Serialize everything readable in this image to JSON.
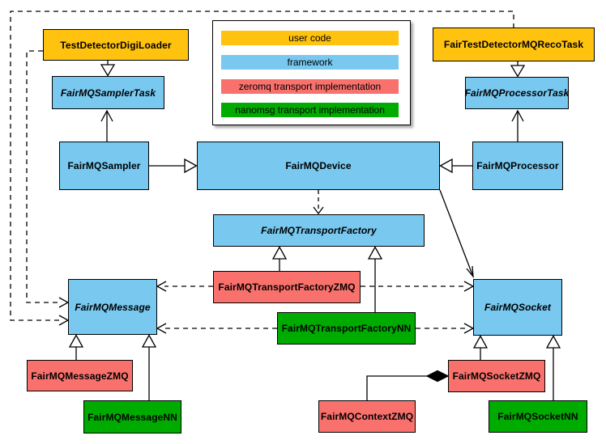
{
  "diagram": {
    "kind": "class-diagram",
    "colors": {
      "user_code": "#FFC20E",
      "framework": "#78C8F0",
      "zeromq": "#F8716C",
      "nanomsg": "#00AB00",
      "line": "#000000",
      "background": "#FFFFFF"
    },
    "legend": {
      "items": [
        {
          "label": "user code",
          "color": "#FFC20E"
        },
        {
          "label": "framework",
          "color": "#78C8F0"
        },
        {
          "label": "zeromq transport implementation",
          "color": "#F8716C"
        },
        {
          "label": "nanomsg transport implementation",
          "color": "#00AB00"
        }
      ]
    },
    "nodes": {
      "loader": {
        "label": "TestDetectorDigiLoader",
        "category": "user_code",
        "abstract": false
      },
      "reco_task": {
        "label": "FairTestDetectorMQRecoTask",
        "category": "user_code",
        "abstract": false
      },
      "sampler_task": {
        "label": "FairMQSamplerTask",
        "category": "framework",
        "abstract": true
      },
      "processor_task": {
        "label": "FairMQProcessorTask",
        "category": "framework",
        "abstract": true
      },
      "sampler": {
        "label": "FairMQSampler",
        "category": "framework",
        "abstract": false
      },
      "device": {
        "label": "FairMQDevice",
        "category": "framework",
        "abstract": false
      },
      "processor": {
        "label": "FairMQProcessor",
        "category": "framework",
        "abstract": false
      },
      "transport_factory": {
        "label": "FairMQTransportFactory",
        "category": "framework",
        "abstract": true
      },
      "transport_factory_zmq": {
        "label": "FairMQTransportFactoryZMQ",
        "category": "zeromq",
        "abstract": false
      },
      "transport_factory_nn": {
        "label": "FairMQTransportFactoryNN",
        "category": "nanomsg",
        "abstract": false
      },
      "message": {
        "label": "FairMQMessage",
        "category": "framework",
        "abstract": true
      },
      "socket": {
        "label": "FairMQSocket",
        "category": "framework",
        "abstract": true
      },
      "message_zmq": {
        "label": "FairMQMessageZMQ",
        "category": "zeromq",
        "abstract": false
      },
      "message_nn": {
        "label": "FairMQMessageNN",
        "category": "nanomsg",
        "abstract": false
      },
      "context_zmq": {
        "label": "FairMQContextZMQ",
        "category": "zeromq",
        "abstract": false
      },
      "socket_zmq": {
        "label": "FairMQSocketZMQ",
        "category": "zeromq",
        "abstract": false
      },
      "socket_nn": {
        "label": "FairMQSocketNN",
        "category": "nanomsg",
        "abstract": false
      }
    },
    "edges": [
      {
        "from": "TestDetectorDigiLoader",
        "to": "FairMQSamplerTask",
        "type": "generalization"
      },
      {
        "from": "FairTestDetectorMQRecoTask",
        "to": "FairMQProcessorTask",
        "type": "generalization"
      },
      {
        "from": "FairMQSampler",
        "to": "FairMQSamplerTask",
        "type": "association"
      },
      {
        "from": "FairMQProcessor",
        "to": "FairMQProcessorTask",
        "type": "association"
      },
      {
        "from": "FairMQSampler",
        "to": "FairMQDevice",
        "type": "generalization"
      },
      {
        "from": "FairMQProcessor",
        "to": "FairMQDevice",
        "type": "generalization"
      },
      {
        "from": "FairMQDevice",
        "to": "FairMQTransportFactory",
        "type": "dependency"
      },
      {
        "from": "FairMQDevice",
        "to": "FairMQSocket",
        "type": "association"
      },
      {
        "from": "FairMQTransportFactoryZMQ",
        "to": "FairMQTransportFactory",
        "type": "generalization"
      },
      {
        "from": "FairMQTransportFactoryNN",
        "to": "FairMQTransportFactory",
        "type": "generalization"
      },
      {
        "from": "FairMQTransportFactoryZMQ",
        "to": "FairMQMessage",
        "type": "dependency"
      },
      {
        "from": "FairMQTransportFactoryZMQ",
        "to": "FairMQSocket",
        "type": "dependency"
      },
      {
        "from": "FairMQTransportFactoryNN",
        "to": "FairMQMessage",
        "type": "dependency"
      },
      {
        "from": "FairMQTransportFactoryNN",
        "to": "FairMQSocket",
        "type": "dependency"
      },
      {
        "from": "TestDetectorDigiLoader",
        "to": "FairMQMessage",
        "type": "dependency"
      },
      {
        "from": "FairTestDetectorMQRecoTask",
        "to": "FairMQMessage",
        "type": "dependency"
      },
      {
        "from": "FairMQMessageZMQ",
        "to": "FairMQMessage",
        "type": "generalization"
      },
      {
        "from": "FairMQMessageNN",
        "to": "FairMQMessage",
        "type": "generalization"
      },
      {
        "from": "FairMQSocketZMQ",
        "to": "FairMQSocket",
        "type": "generalization"
      },
      {
        "from": "FairMQSocketNN",
        "to": "FairMQSocket",
        "type": "generalization"
      },
      {
        "from": "FairMQContextZMQ",
        "to": "FairMQSocketZMQ",
        "type": "composition"
      }
    ]
  }
}
